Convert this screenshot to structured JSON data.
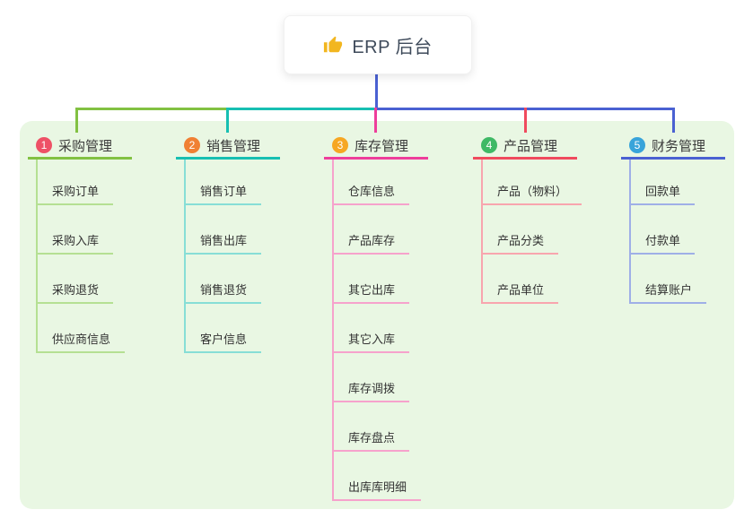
{
  "root": {
    "icon": "thumbs-up",
    "title": "ERP 后台"
  },
  "branches": [
    {
      "index": "1",
      "label": "采购管理",
      "colors": {
        "badge": "#ee5166",
        "line": "#82c142",
        "child_line": "#b5e093"
      },
      "children": [
        "采购订单",
        "采购入库",
        "采购退货",
        "供应商信息"
      ]
    },
    {
      "index": "2",
      "label": "销售管理",
      "colors": {
        "badge": "#f08034",
        "line": "#17bfb2",
        "child_line": "#87ded6"
      },
      "children": [
        "销售订单",
        "销售出库",
        "销售退货",
        "客户信息"
      ]
    },
    {
      "index": "3",
      "label": "库存管理",
      "colors": {
        "badge": "#f6a723",
        "line": "#ee3e9b",
        "child_line": "#f6a2cc"
      },
      "children": [
        "仓库信息",
        "产品库存",
        "其它出库",
        "其它入库",
        "库存调拨",
        "库存盘点",
        "出库库明细"
      ]
    },
    {
      "index": "4",
      "label": "产品管理",
      "colors": {
        "badge": "#3fb966",
        "line": "#f04a5e",
        "child_line": "#f8a5ae"
      },
      "children": [
        "产品（物料）",
        "产品分类",
        "产品单位"
      ]
    },
    {
      "index": "5",
      "label": "财务管理",
      "colors": {
        "badge": "#38a4da",
        "line": "#4a61d2",
        "child_line": "#9fafe7"
      },
      "children": [
        "回款单",
        "付款单",
        "结算账户"
      ]
    }
  ],
  "canvas": {
    "background": "#ffffff",
    "panel_color": "#e9f7e3",
    "stem_color": "#4a61d2",
    "icon_color": "#f2b61f"
  }
}
